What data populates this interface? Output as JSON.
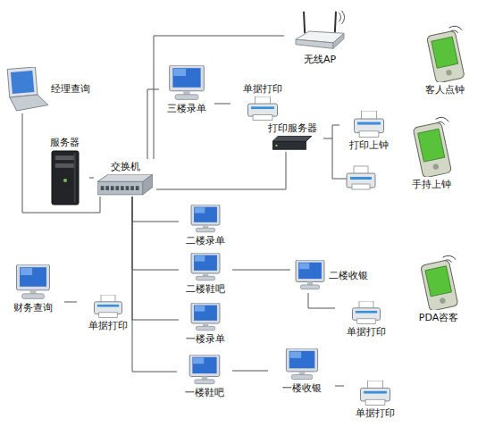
{
  "diagram": {
    "nodes": [
      {
        "text": [
          "无线AP"
        ]
      },
      {
        "text": [
          "客人点钟"
        ]
      },
      {
        "text": [
          "经理查询"
        ]
      },
      {
        "text": [
          "三楼录单"
        ]
      },
      {
        "text": [
          "单据打印"
        ]
      },
      {
        "text": [
          "打印服务器"
        ]
      },
      {
        "text": [
          "打印上钟"
        ]
      },
      {
        "text": [
          "手持上钟"
        ]
      },
      {
        "text": [
          "服务器"
        ]
      },
      {
        "text": [
          "交换机"
        ]
      },
      {
        "text": [
          "二楼录单"
        ]
      },
      {
        "text": [
          "二楼鞋吧"
        ]
      },
      {
        "text": [
          "二楼收银"
        ]
      },
      {
        "text": [
          "单据打印"
        ]
      },
      {
        "text": [
          "PDA咨客"
        ]
      },
      {
        "text": [
          "财务查询"
        ]
      },
      {
        "text": [
          "单据打印"
        ]
      },
      {
        "text": [
          "一楼录单"
        ]
      },
      {
        "text": [
          "一楼鞋吧"
        ]
      },
      {
        "text": [
          "一楼收银"
        ]
      },
      {
        "text": [
          "单据打印"
        ]
      }
    ],
    "edges": [
      {
        "from": 9,
        "to": 0,
        "arrow": "none"
      },
      {
        "from": 9,
        "to": 3,
        "arrow": "none"
      },
      {
        "from": 9,
        "to": 5,
        "arrow": "none"
      },
      {
        "from": 9,
        "to": 8,
        "arrow": "none"
      },
      {
        "from": 9,
        "to": 2,
        "arrow": "none"
      },
      {
        "from": 9,
        "to": 10,
        "arrow": "none"
      },
      {
        "from": 9,
        "to": 11,
        "arrow": "none"
      },
      {
        "from": 9,
        "to": 17,
        "arrow": "none"
      },
      {
        "from": 9,
        "to": 18,
        "arrow": "none"
      },
      {
        "from": 3,
        "to": 4,
        "arrow": "none"
      },
      {
        "from": 5,
        "to": 6,
        "arrow": "none"
      },
      {
        "from": 11,
        "to": 12,
        "arrow": "none"
      },
      {
        "from": 12,
        "to": 13,
        "arrow": "none"
      },
      {
        "from": 15,
        "to": 16,
        "arrow": "none"
      },
      {
        "from": 18,
        "to": 19,
        "arrow": "none"
      },
      {
        "from": 19,
        "to": 20,
        "arrow": "none"
      }
    ]
  }
}
